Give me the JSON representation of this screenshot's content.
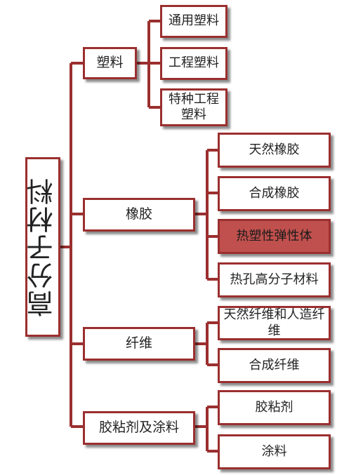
{
  "root": "高分子材料",
  "categories": [
    {
      "label": "塑料",
      "children": [
        "通用塑料",
        "工程塑料",
        "特种工程塑料"
      ]
    },
    {
      "label": "橡胶",
      "children": [
        "天然橡胶",
        "合成橡胶",
        "热塑性弹性体",
        "热孔高分子材料"
      ]
    },
    {
      "label": "纤维",
      "children": [
        "天然纤维和人造纤维",
        "合成纤维"
      ]
    },
    {
      "label": "胶粘剂及涂料",
      "children": [
        "胶粘剂",
        "涂料"
      ]
    }
  ],
  "colors": {
    "border": "#9b2f2f",
    "highlight_fill": "#c0504d",
    "text": "#222222"
  }
}
